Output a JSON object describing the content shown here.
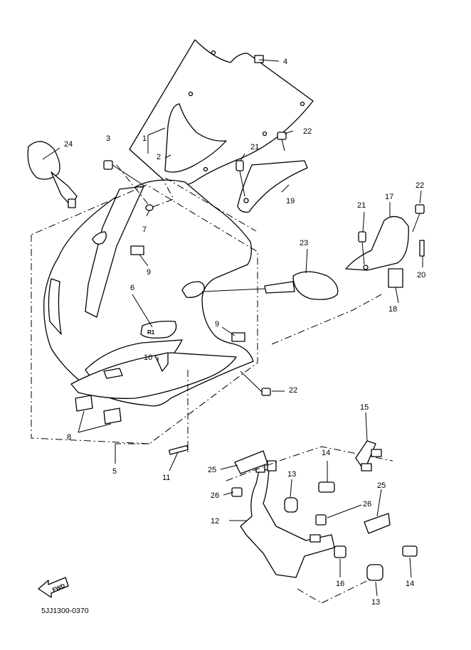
{
  "labels": {
    "n1": "1",
    "n2": "2",
    "n3": "3",
    "n4": "4",
    "n5": "5",
    "n6": "6",
    "n7": "7",
    "n8": "8",
    "n9a": "9",
    "n9b": "9",
    "n10": "10",
    "n11": "11",
    "n12": "12",
    "n13a": "13",
    "n13b": "13",
    "n14a": "14",
    "n14b": "14",
    "n15": "15",
    "n16": "16",
    "n17": "17",
    "n18": "18",
    "n19": "19",
    "n20": "20",
    "n21a": "21",
    "n21b": "21",
    "n22a": "22",
    "n22b": "22",
    "n22c": "22",
    "n23": "23",
    "n24": "24",
    "n25a": "25",
    "n25b": "25",
    "n26a": "26",
    "n26b": "26"
  },
  "fwd_arrow": {
    "text": "FWD"
  },
  "diagram_code": "5JJ1300-0370"
}
